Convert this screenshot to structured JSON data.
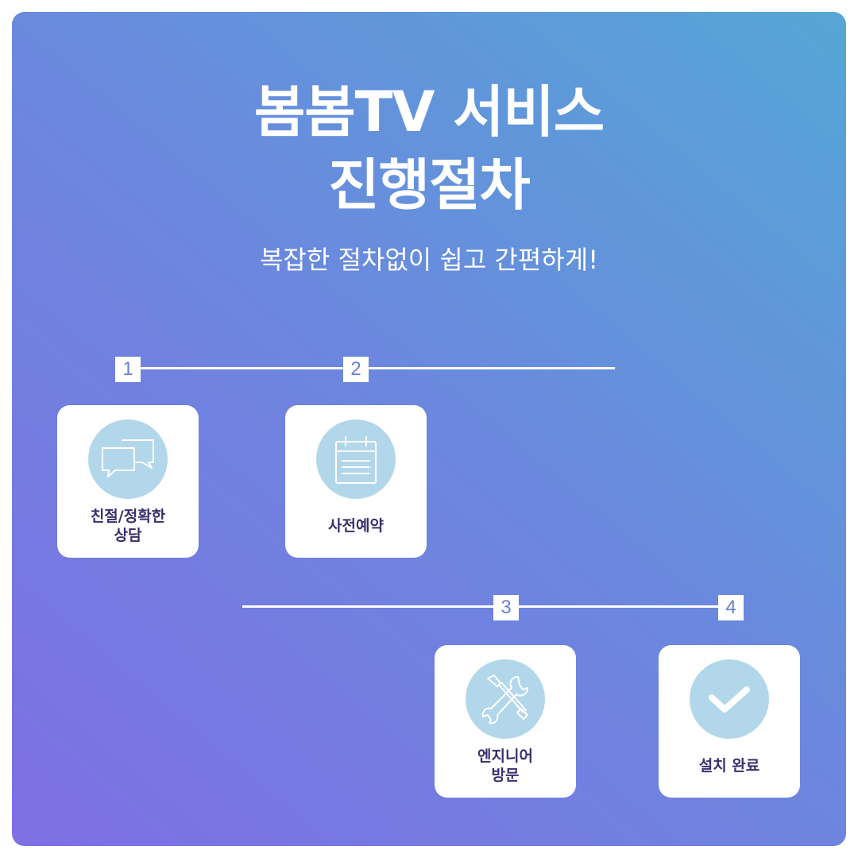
{
  "title": {
    "line1": "봄봄TV 서비스",
    "line2": "진행절차"
  },
  "subtitle": "복잡한 절차없이 쉽고 간편하게!",
  "steps": [
    {
      "number": "1",
      "label": "친절/정확한\n상담",
      "icon": "chat-bubbles-icon"
    },
    {
      "number": "2",
      "label": "사전예약",
      "icon": "calendar-icon"
    },
    {
      "number": "3",
      "label": "엔지니어\n방문",
      "icon": "tools-icon"
    },
    {
      "number": "4",
      "label": "설치 완료",
      "icon": "checkmark-icon"
    }
  ],
  "colors": {
    "gradient_start": "#7e6fe4",
    "gradient_end": "#55a6d6",
    "icon_circle": "#b3d7ea",
    "label_text": "#3b2f6e",
    "number_text": "#6a7fd6"
  }
}
